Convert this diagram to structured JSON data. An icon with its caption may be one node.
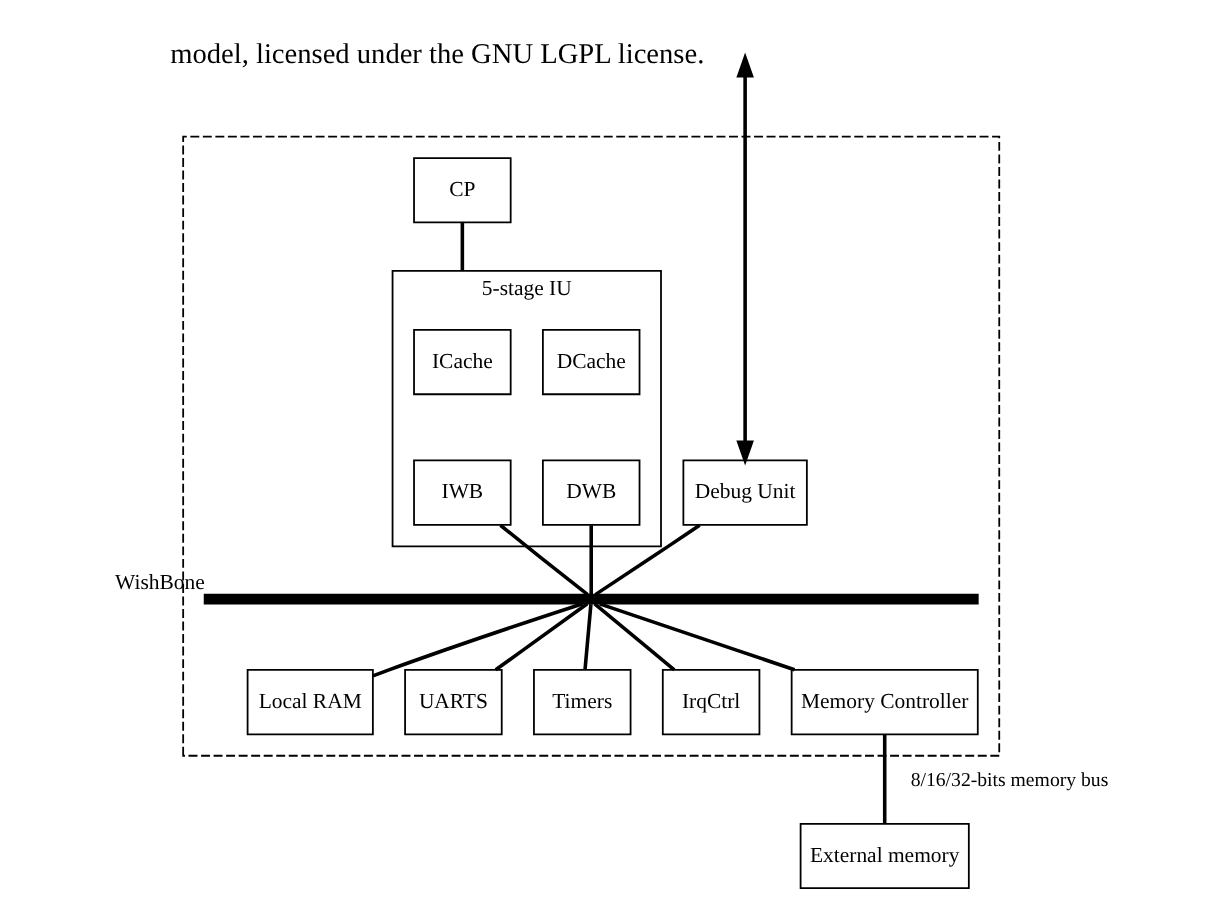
{
  "diagram": {
    "nodes": [
      {
        "text": [],
        "shape": "box"
      },
      {
        "text": [
          "CP"
        ],
        "in": 0
      },
      {
        "text": [
          "5-stage IU"
        ],
        "in": 0
      },
      {
        "text": [
          "ICache"
        ],
        "in": 2
      },
      {
        "text": [
          "DCache"
        ],
        "in": 2
      },
      {
        "text": [
          "IWB"
        ],
        "in": 2
      },
      {
        "text": [
          "DWB"
        ],
        "in": 2
      },
      {
        "text": [
          "Debug Unit"
        ],
        "in": 0
      },
      {
        "text": [],
        "shape": "bar",
        "beside": [
          "WishBone"
        ],
        "in": 0
      },
      {
        "text": [
          "Local RAM"
        ],
        "in": 0
      },
      {
        "text": [
          "UARTS"
        ],
        "in": 0
      },
      {
        "text": [
          "Timers"
        ],
        "in": 0
      },
      {
        "text": [
          "IrqCtrl"
        ],
        "in": 0
      },
      {
        "text": [
          "Memory Controller"
        ],
        "in": 0
      },
      {
        "text": [
          "External memory"
        ]
      }
    ],
    "edges": [
      {
        "from": 1,
        "to": 2,
        "arrow": "none"
      },
      {
        "from": null,
        "to": 7,
        "arrow": "both"
      },
      {
        "from": 5,
        "to": 8,
        "arrow": "none"
      },
      {
        "from": 6,
        "to": 8,
        "arrow": "none"
      },
      {
        "from": 7,
        "to": 8,
        "arrow": "none"
      },
      {
        "from": 8,
        "to": 9,
        "arrow": "none"
      },
      {
        "from": 8,
        "to": 10,
        "arrow": "none"
      },
      {
        "from": 8,
        "to": 11,
        "arrow": "none"
      },
      {
        "from": 8,
        "to": 12,
        "arrow": "none"
      },
      {
        "from": 8,
        "to": 13,
        "arrow": "none"
      },
      {
        "from": 13,
        "to": 14,
        "arrow": "none",
        "label": "8/16/32-bits memory bus"
      }
    ],
    "labels": [
      "model, licensed under the GNU LGPL license."
    ]
  }
}
